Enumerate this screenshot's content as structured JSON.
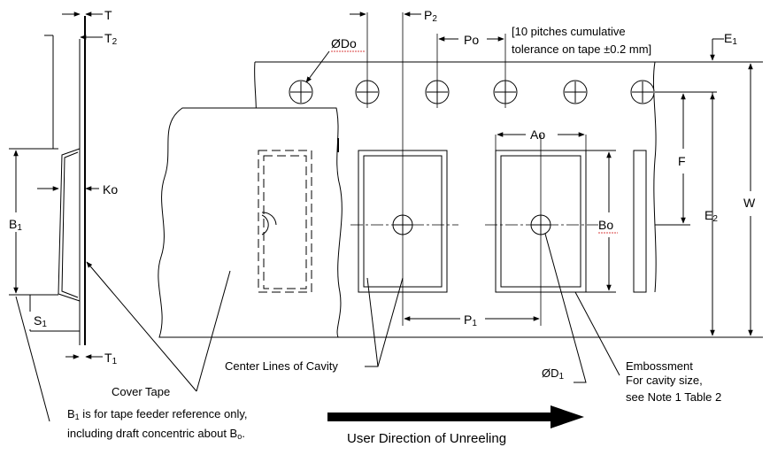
{
  "labels": {
    "T": "T",
    "T2": "T",
    "T2_sub": "2",
    "T1": "T",
    "T1_sub": "1",
    "Ko": "Ko",
    "B1": "B",
    "B1_sub": "1",
    "S1": "S",
    "S1_sub": "1",
    "Do": "ØDo",
    "P2": "P",
    "P2_sub": "2",
    "Po": "Po",
    "pitch_note_1": "[10 pitches cumulative",
    "pitch_note_2": "tolerance on tape ±0.2 mm]",
    "E1": "E",
    "E1_sub": "1",
    "Ao": "Ao",
    "F": "F",
    "E2": "E",
    "E2_sub": "2",
    "W": "W",
    "Bo": "Bo",
    "P1": "P",
    "P1_sub": "1",
    "center_lines": "Center Lines of Cavity",
    "D1": "ØD",
    "D1_sub": "1",
    "embossment_1": "Embossment",
    "embossment_2": "For cavity size,",
    "embossment_3": "see Note 1 Table 2",
    "cover_tape": "Cover Tape",
    "b1_note_1a": "B",
    "b1_note_1_sub": "1",
    "b1_note_1b": " is for tape feeder reference only,",
    "b1_note_2a": "including draft concentric about B",
    "b1_note_2_sub": "o",
    "b1_note_2b": ".",
    "direction": "User Direction of Unreeling"
  }
}
